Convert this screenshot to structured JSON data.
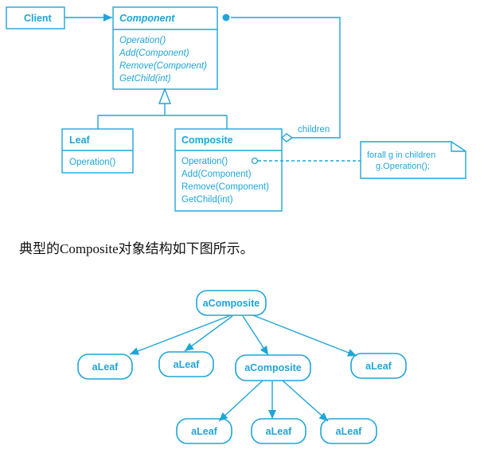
{
  "colors": {
    "line": "#1fa5d8",
    "text": "#1fa5d8",
    "caption": "#111111"
  },
  "class_diagram": {
    "client": {
      "title": "Client"
    },
    "component": {
      "title": "Component",
      "operations": [
        "Operation()",
        "Add(Component)",
        "Remove(Component)",
        "GetChild(int)"
      ]
    },
    "leaf": {
      "title": "Leaf",
      "operations": [
        "Operation()"
      ]
    },
    "composite": {
      "title": "Composite",
      "operations": [
        "Operation()",
        "Add(Component)",
        "Remove(Component)",
        "GetChild(int)"
      ]
    },
    "children_label": "children",
    "note": {
      "lines": [
        "forall g in children",
        "g.Operation();"
      ]
    }
  },
  "caption": "典型的Composite对象结构如下图所示。",
  "object_diagram": {
    "root": "aComposite",
    "leaf1": "aLeaf",
    "leaf2": "aLeaf",
    "composite2": "aComposite",
    "leaf3": "aLeaf",
    "leaf4": "aLeaf",
    "leaf5": "aLeaf",
    "leaf6": "aLeaf"
  }
}
